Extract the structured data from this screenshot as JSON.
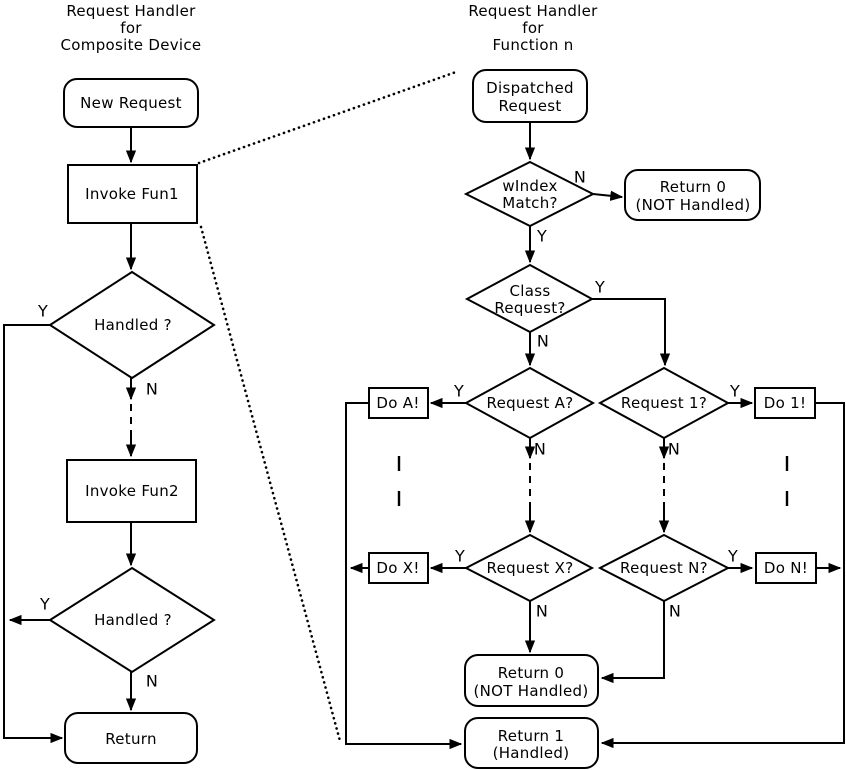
{
  "colors": {
    "line": "#000000",
    "background": "#ffffff",
    "text": "#000000"
  },
  "labels": {
    "yes": "Y",
    "no": "N"
  },
  "left": {
    "title": [
      "Request Handler",
      "for",
      "Composite Device"
    ],
    "nodes": {
      "new_request": "New Request",
      "invoke_fun1": "Invoke Fun1",
      "handled1": "Handled ?",
      "invoke_fun2": "Invoke Fun2",
      "handled2": "Handled ?",
      "return": "Return"
    }
  },
  "right": {
    "title": [
      "Request Handler",
      "for",
      "Function n"
    ],
    "nodes": {
      "dispatched": [
        "Dispatched",
        "Request"
      ],
      "windex_match": [
        "wIndex",
        "Match?"
      ],
      "return0_top": [
        "Return 0",
        "(NOT Handled)"
      ],
      "class_request": [
        "Class",
        "Request?"
      ],
      "request_a": "Request A?",
      "request_1": "Request 1?",
      "do_a": "Do A!",
      "do_1": "Do 1!",
      "request_x": "Request X?",
      "request_n": "Request N?",
      "do_x": "Do X!",
      "do_n": "Do N!",
      "return0_bottom": [
        "Return 0",
        "(NOT Handled)"
      ],
      "return1": [
        "Return 1",
        "(Handled)"
      ]
    }
  }
}
